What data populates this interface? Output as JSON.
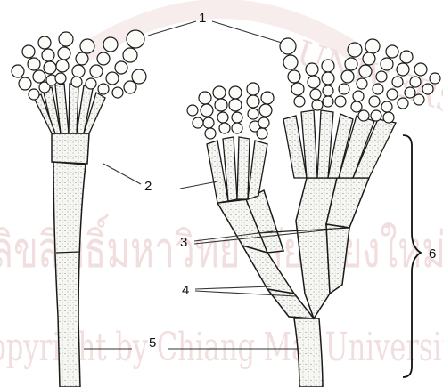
{
  "figure": {
    "watermark": {
      "seal_text": "UNIVERSITY",
      "line_thai": "ลิขสิทธิ์มหาวิทยาลัยเชียงใหม่",
      "line_en": "Copyright by Chiang Mai University",
      "color": "#f1dede"
    },
    "labels": [
      {
        "id": "1",
        "text": "1"
      },
      {
        "id": "2",
        "text": "2"
      },
      {
        "id": "3",
        "text": "3"
      },
      {
        "id": "4",
        "text": "4"
      },
      {
        "id": "5",
        "text": "5"
      },
      {
        "id": "6",
        "text": "6"
      }
    ],
    "colors": {
      "ink": "#1a1a1a",
      "stipple": "#777777",
      "cell_fill": "#f6f6f2",
      "leader": "#333333"
    }
  }
}
